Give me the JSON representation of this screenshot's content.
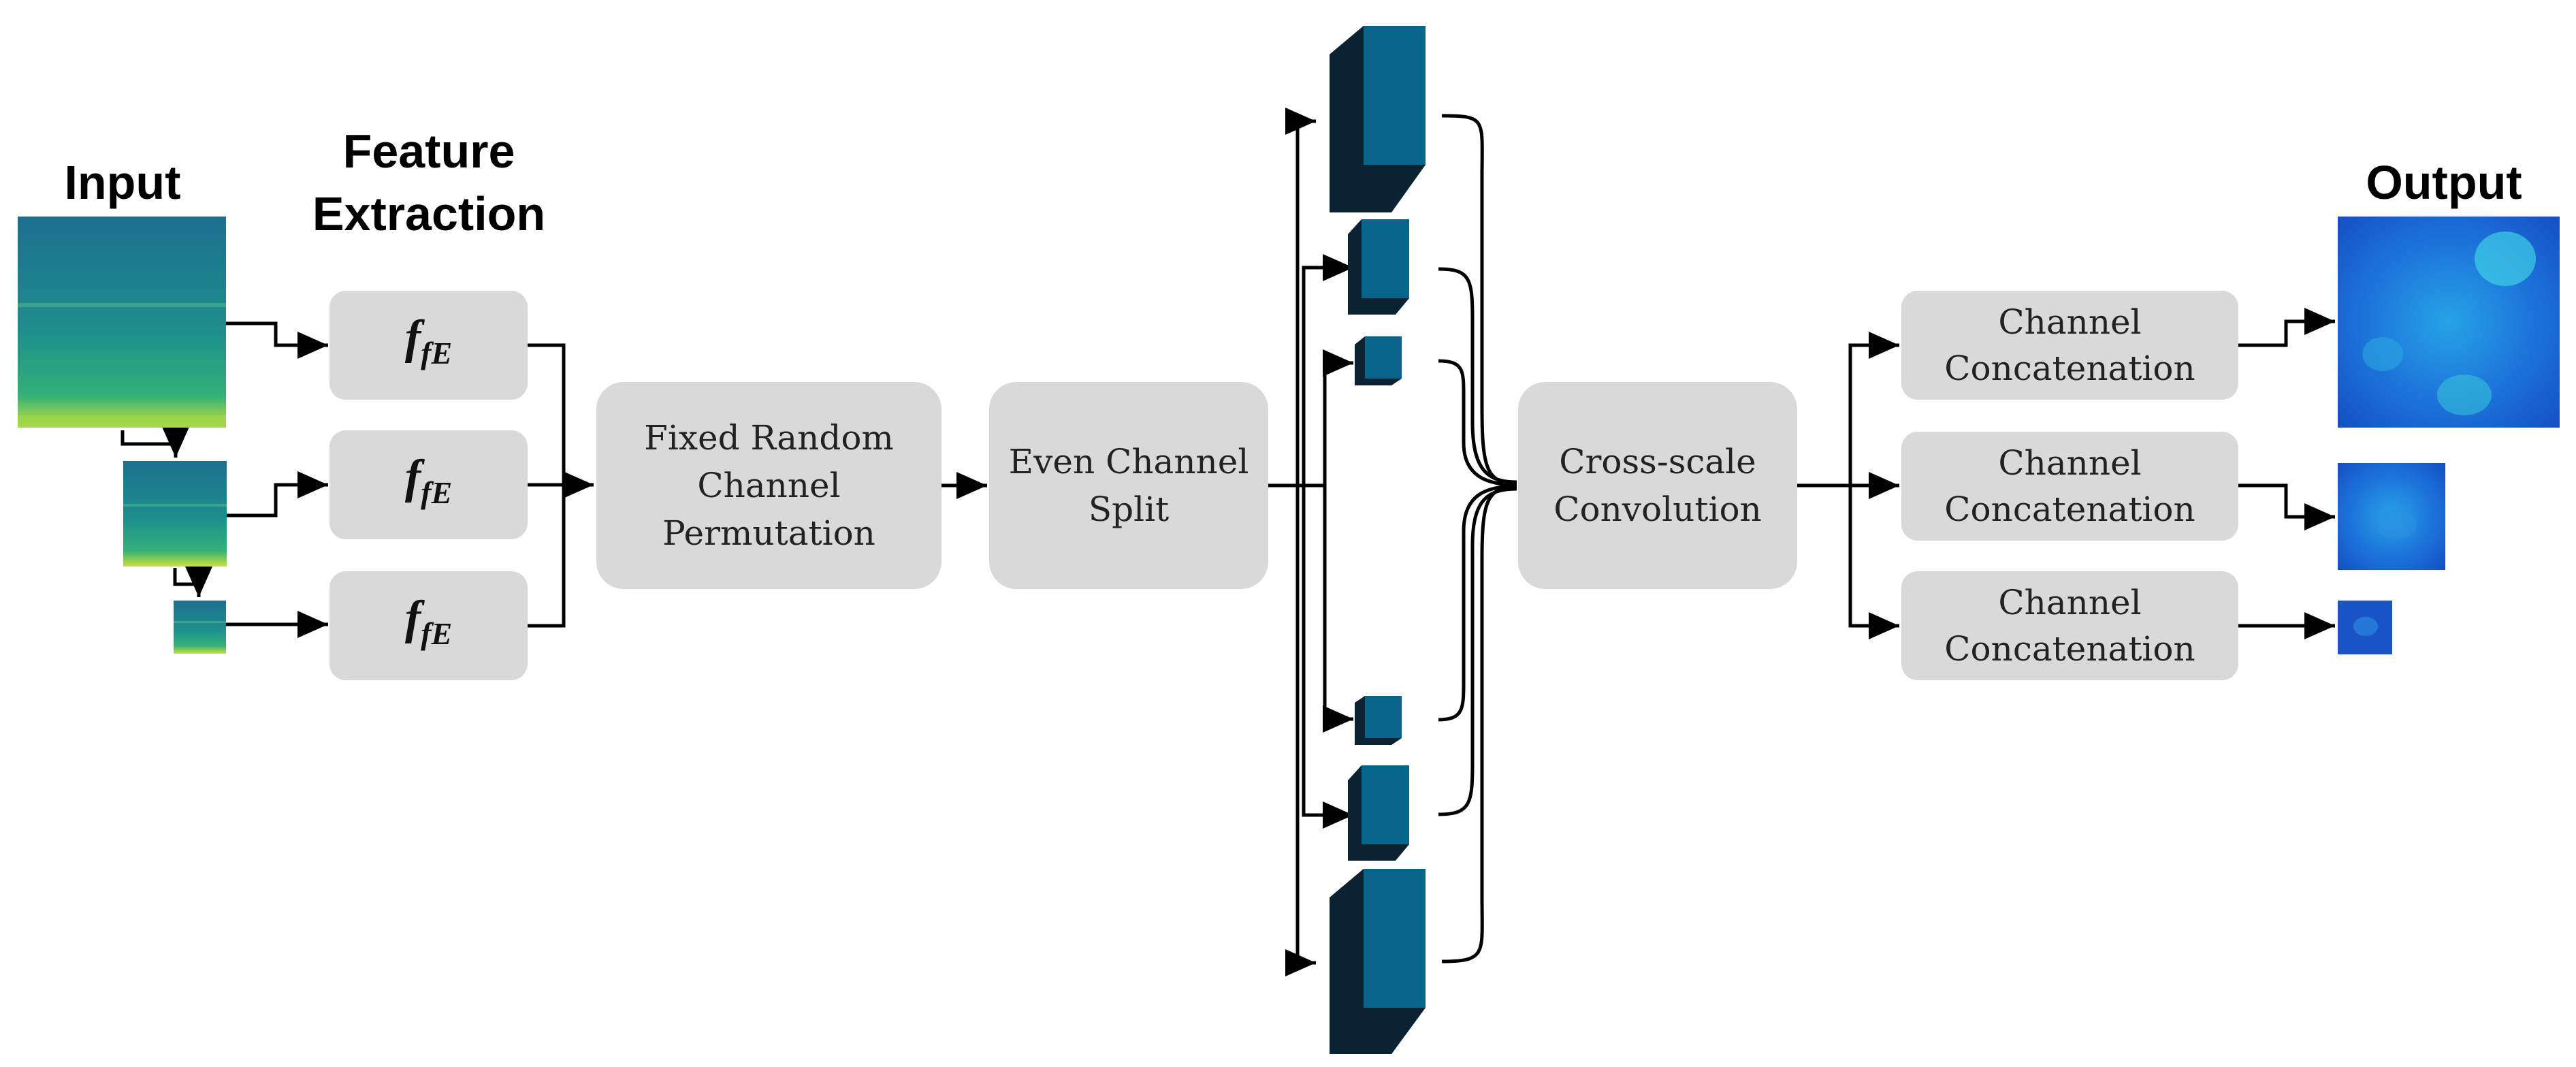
{
  "headers": {
    "input": "Input",
    "feature_line1": "Feature",
    "feature_line2": "Extraction",
    "output": "Output"
  },
  "feature_extractors": [
    {
      "symbol": "f",
      "subscript": "fE"
    },
    {
      "symbol": "f",
      "subscript": "fE"
    },
    {
      "symbol": "f",
      "subscript": "fE"
    }
  ],
  "permutation": {
    "line1": "Fixed Random",
    "line2": "Channel",
    "line3": "Permutation"
  },
  "split": {
    "line1": "Even Channel",
    "line2": "Split"
  },
  "cross_scale": {
    "line1": "Cross-scale",
    "line2": "Convolution"
  },
  "concat": [
    {
      "line1": "Channel",
      "line2": "Concatenation"
    },
    {
      "line1": "Channel",
      "line2": "Concatenation"
    },
    {
      "line1": "Channel",
      "line2": "Concatenation"
    }
  ],
  "colors": {
    "box_fill": "#d9d9d9",
    "cube_front": "#07648a",
    "cube_side": "#0a2231",
    "spectrogram": "#1f9a8a",
    "output_map": "#1a6fd6"
  }
}
